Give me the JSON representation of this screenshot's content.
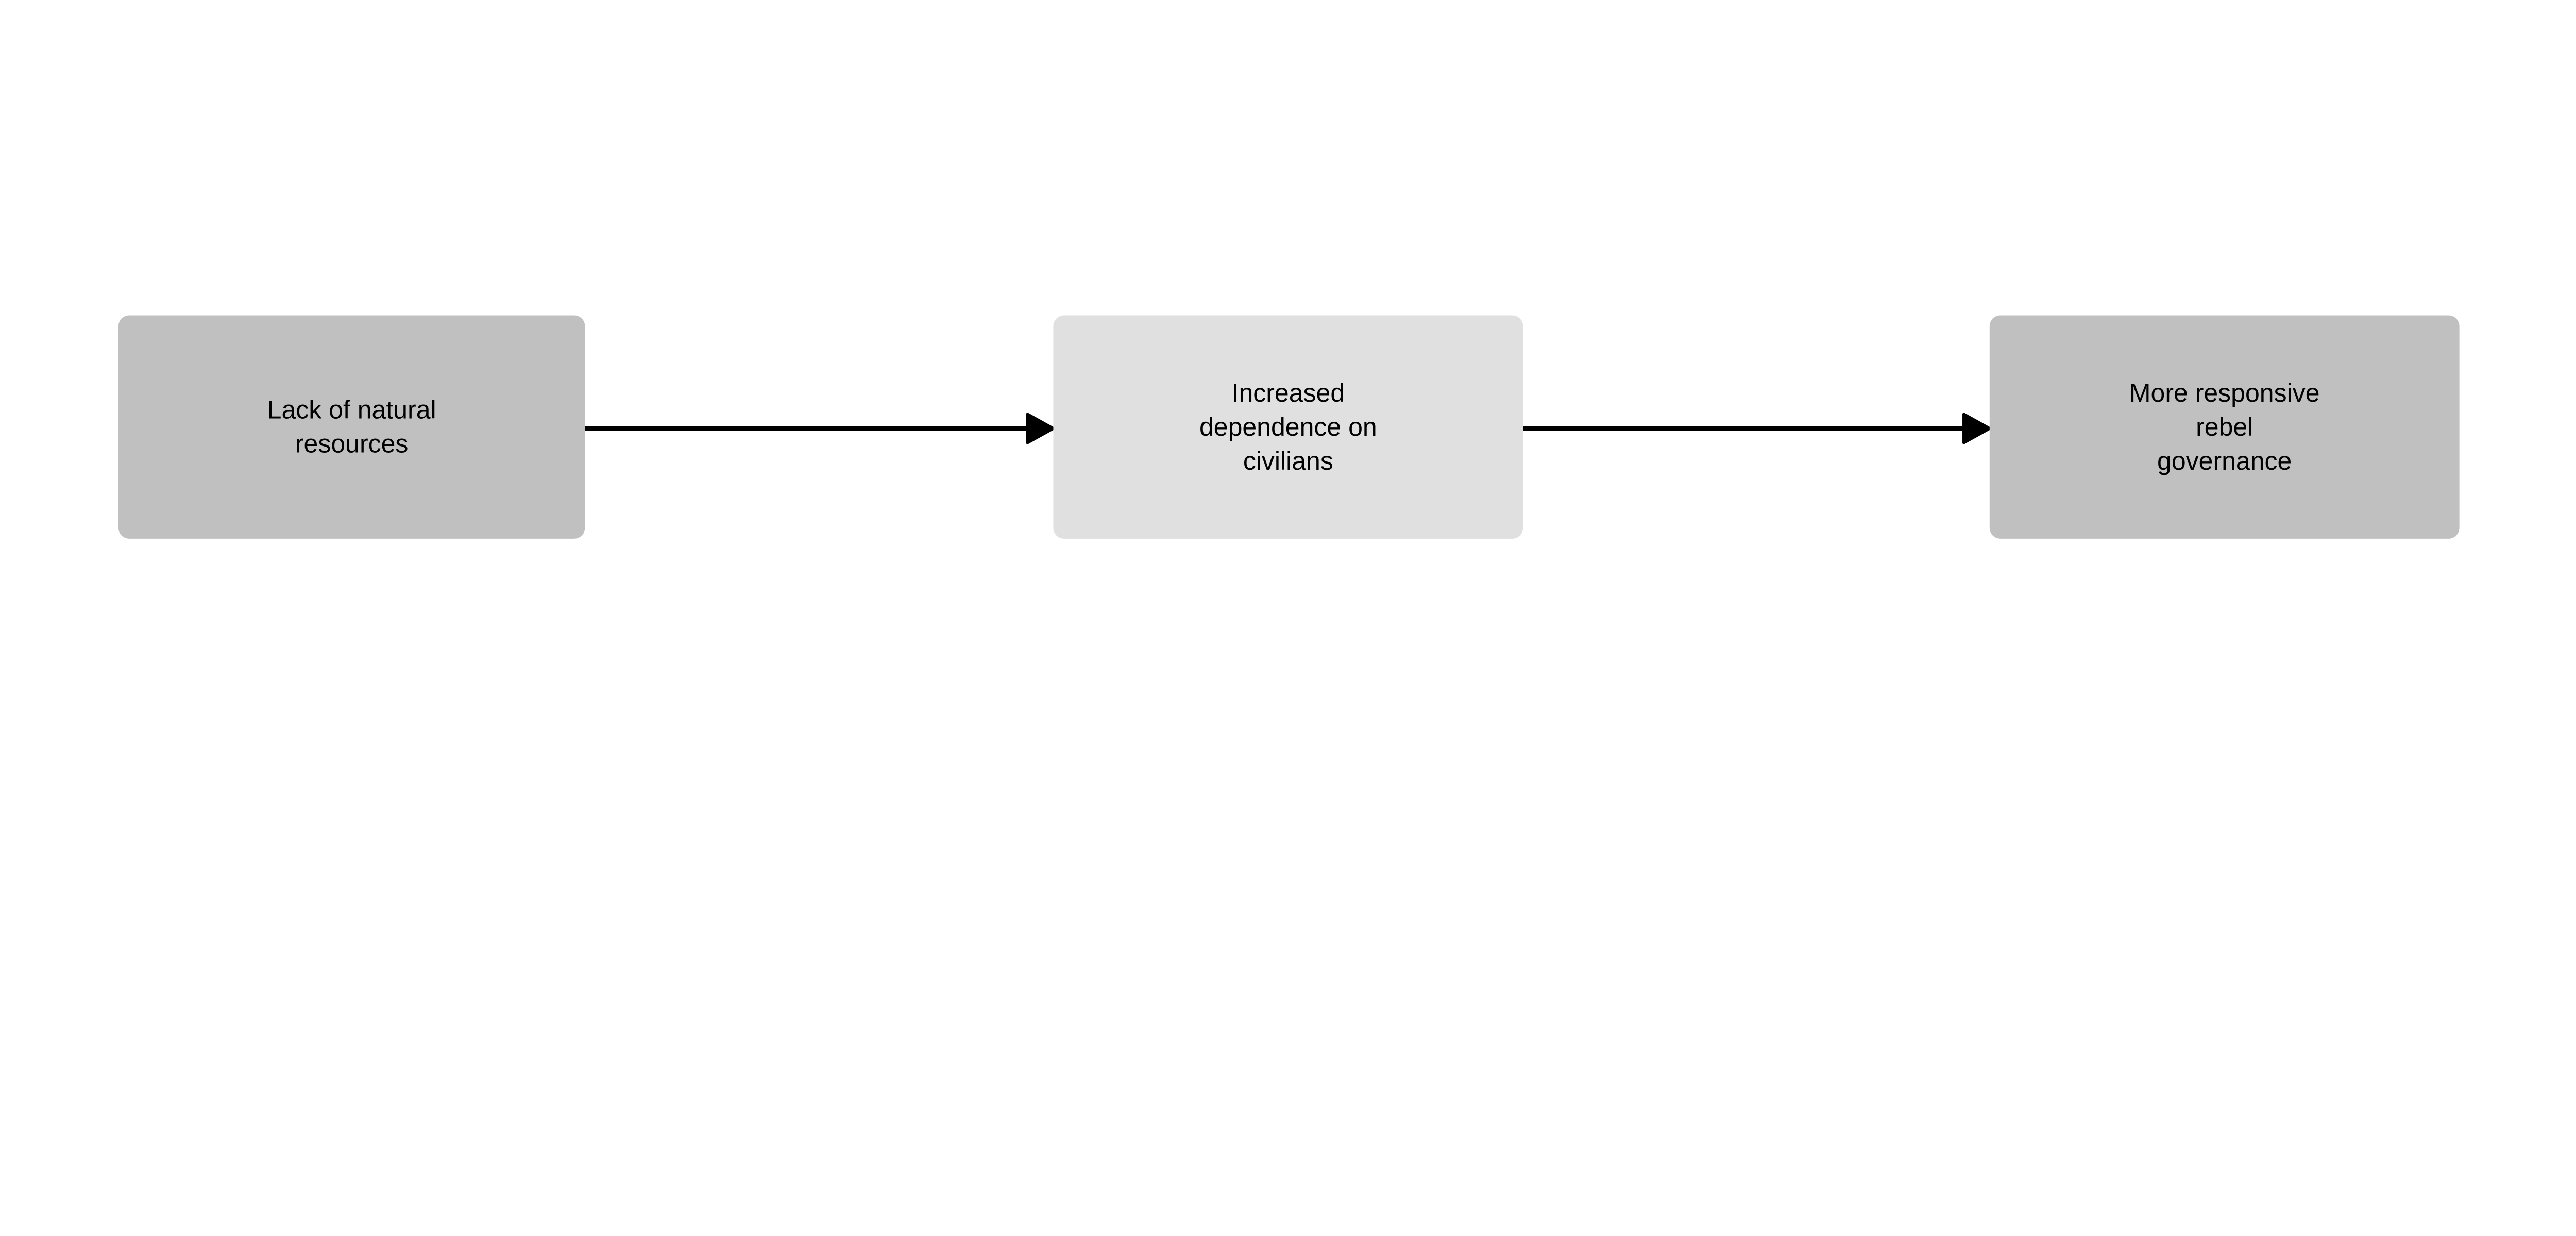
{
  "diagram": {
    "type": "flow-left-to-right",
    "nodes": [
      {
        "id": "n1",
        "label": "Lack of natural resources",
        "lines": [
          "Lack of natural",
          "resources"
        ],
        "tone": "dark"
      },
      {
        "id": "n2",
        "label": "Increased dependence on civilians",
        "lines": [
          "Increased",
          "dependence on",
          "civilians"
        ],
        "tone": "light"
      },
      {
        "id": "n3",
        "label": "More responsive rebel governance",
        "lines": [
          "More responsive",
          "rebel",
          "governance"
        ],
        "tone": "dark"
      }
    ],
    "edges": [
      {
        "from": "n1",
        "to": "n2",
        "style": "solid-arrow"
      },
      {
        "from": "n2",
        "to": "n3",
        "style": "solid-arrow"
      }
    ]
  },
  "colors": {
    "background": "#ffffff",
    "node_dark": "#c0c0c0",
    "node_light": "#e0e0e0",
    "arrow": "#000000"
  }
}
